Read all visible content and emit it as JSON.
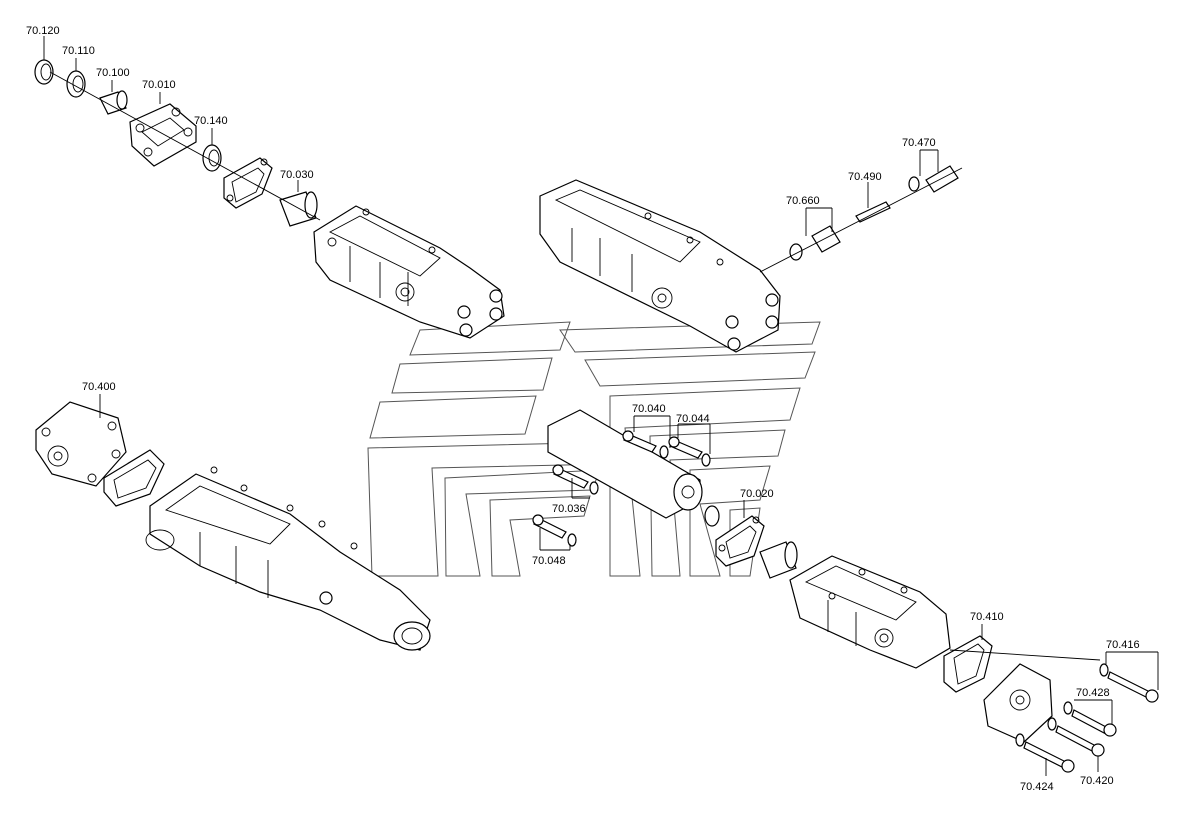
{
  "diagram": {
    "labels": {
      "p70120": "70.120",
      "p70110": "70.110",
      "p70100": "70.100",
      "p70010": "70.010",
      "p70140": "70.140",
      "p70030": "70.030",
      "p70470": "70.470",
      "p70490": "70.490",
      "p70660": "70.660",
      "p70400": "70.400",
      "p70040": "70.040",
      "p70044": "70.044",
      "p70036": "70.036",
      "p70048": "70.048",
      "p70020": "70.020",
      "p70410": "70.410",
      "p70416": "70.416",
      "p70428": "70.428",
      "p70420": "70.420",
      "p70424": "70.424"
    }
  }
}
